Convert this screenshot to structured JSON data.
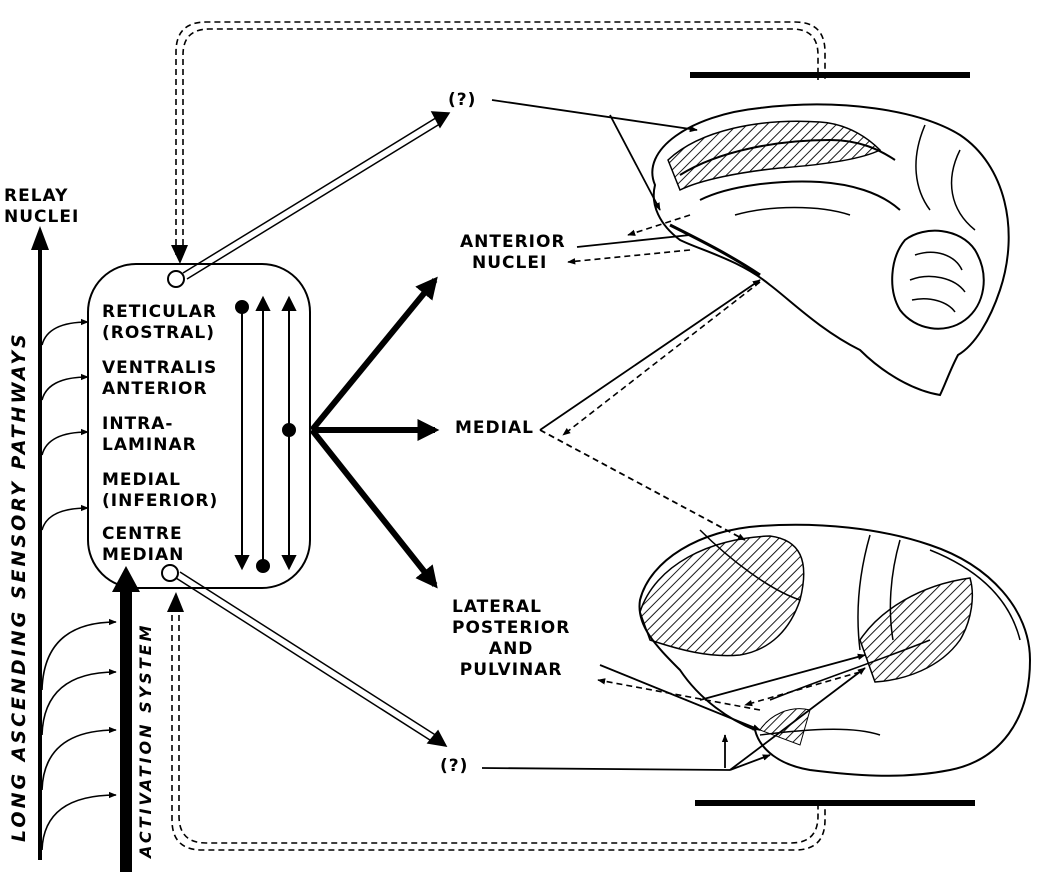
{
  "labels": {
    "relay_nuclei": [
      "RELAY",
      "NUCLEI"
    ],
    "long_ascending": "LONG ASCENDING SENSORY PATHWAYS",
    "activation_system": "ACTIVATION SYSTEM",
    "thalamic_groups": [
      [
        "RETICULAR",
        "(ROSTRAL)"
      ],
      [
        "VENTRALIS",
        "ANTERIOR"
      ],
      [
        "INTRA-",
        "LAMINAR"
      ],
      [
        "MEDIAL",
        "(INFERIOR)"
      ],
      [
        "CENTRE",
        "MEDIAN"
      ]
    ],
    "unknown_top": "(?)",
    "unknown_bottom": "(?)",
    "anterior_nuclei": [
      "ANTERIOR",
      "NUCLEI"
    ],
    "medial": "MEDIAL",
    "lateral": [
      "LATERAL",
      "POSTERIOR",
      "AND",
      "PULVINAR"
    ]
  }
}
